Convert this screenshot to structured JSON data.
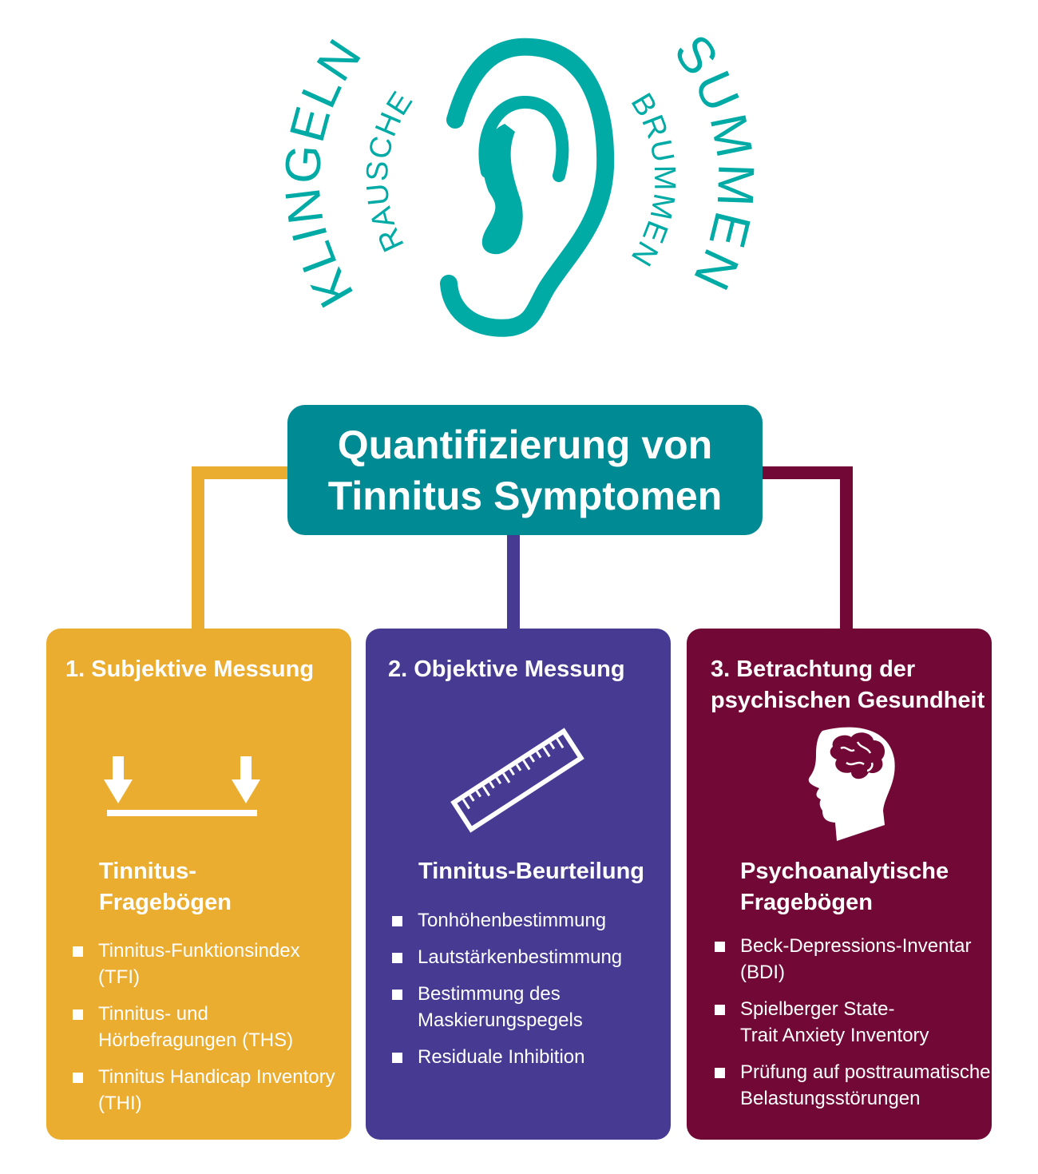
{
  "header": {
    "words": [
      "KLINGELN",
      "RAUSCHEN",
      "SUMMEN",
      "BRUMMEN"
    ],
    "icon": "ear-icon",
    "accent": "#00ABA6"
  },
  "title": {
    "line1": "Quantifizierung von",
    "line2": "Tinnitus Symptomen",
    "color": "#008A94"
  },
  "cards": [
    {
      "heading": "1. Subjektive Messung",
      "icon": "scale-arrows-icon",
      "subheading_line1": "Tinnitus-",
      "subheading_line2": "Fragebögen",
      "items": [
        "Tinnitus-Funktionsindex (TFI)",
        "Tinnitus- und Hörbefragungen (THS)",
        "Tinnitus Handicap Inventory (THI)"
      ],
      "color": "#EBAD30"
    },
    {
      "heading": "2. Objektive Messung",
      "icon": "ruler-icon",
      "subheading_line1": "Tinnitus-Beurteilung",
      "items": [
        "Tonhöhenbestimmung",
        "Lautstärkenbestimmung",
        "Bestimmung des Maskierungspegels",
        "Residuale Inhibition"
      ],
      "color": "#463A93"
    },
    {
      "heading_line1": "3. Betrachtung der",
      "heading_line2": "psychischen Gesundheit",
      "icon": "head-brain-icon",
      "subheading_line1": "Psychoanalytische",
      "subheading_line2": "Fragebögen",
      "items": [
        "Beck-Depressions-Inventar (BDI)",
        "Spielberger State-Trait Anxiety Inventory",
        "Prüfung auf posttraumatische Belastungsstörungen"
      ],
      "color": "#720836"
    }
  ]
}
